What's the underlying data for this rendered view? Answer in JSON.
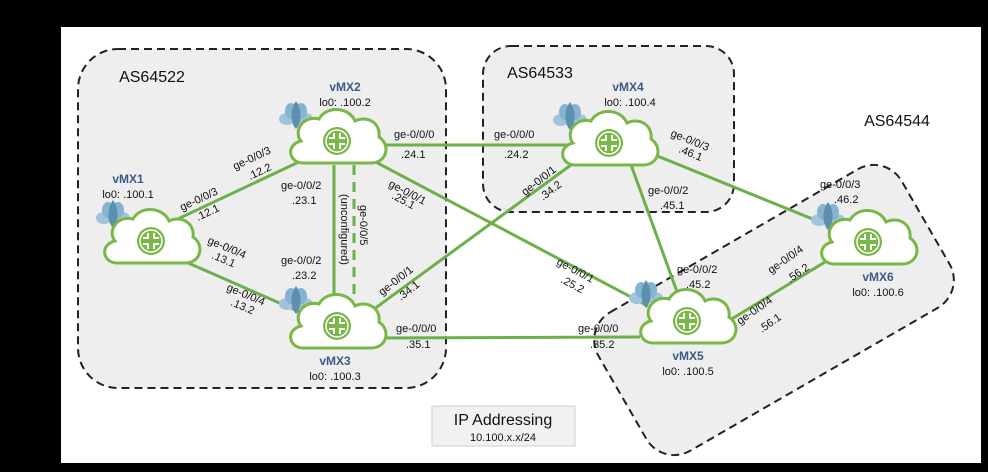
{
  "colors": {
    "background": "#000000",
    "canvas": "#ffffff",
    "link": "#6cb04a",
    "router_outline": "#7ab648",
    "as_fill": "#eeeeee",
    "router_name": "#3d5a86"
  },
  "as_labels": {
    "as1": "AS64522",
    "as2": "AS64533",
    "as3": "AS64544"
  },
  "routers": {
    "vmx1": {
      "name": "vMX1",
      "lo": "lo0: .100.1"
    },
    "vmx2": {
      "name": "vMX2",
      "lo": "lo0: .100.2"
    },
    "vmx3": {
      "name": "vMX3",
      "lo": "lo0: .100.3"
    },
    "vmx4": {
      "name": "vMX4",
      "lo": "lo0: .100.4"
    },
    "vmx5": {
      "name": "vMX5",
      "lo": "lo0: .100.5"
    },
    "vmx6": {
      "name": "vMX6",
      "lo": "lo0: .100.6"
    }
  },
  "links": {
    "l12": {
      "a_if": "ge-0/0/3",
      "a_ip": ".12.1",
      "b_if": "ge-0/0/3",
      "b_ip": ".12.2"
    },
    "l13": {
      "a_if": "ge-0/0/4",
      "a_ip": ".13.1",
      "b_if": "ge-0/0/4",
      "b_ip": ".13.2"
    },
    "l23": {
      "a_if": "ge-0/0/2",
      "a_ip": ".23.1",
      "b_if": "ge-0/0/2",
      "b_ip": ".23.2"
    },
    "l23b": {
      "a_if": "ge-0/0/5",
      "note": "(unconfigured)"
    },
    "l24": {
      "a_if": "ge-0/0/0",
      "a_ip": ".24.1",
      "b_if": "ge-0/0/0",
      "b_ip": ".24.2"
    },
    "l25": {
      "a_if": "ge-0/0/1",
      "a_ip": ".25.1",
      "b_if": "ge-0/0/1",
      "b_ip": ".25.2"
    },
    "l34": {
      "a_if": "ge-0/0/1",
      "a_ip": ".34.1",
      "b_if": "ge-0/0/1",
      "b_ip": ".34.2"
    },
    "l35": {
      "a_if": "ge-0/0/0",
      "a_ip": ".35.1",
      "b_if": "ge-0/0/0",
      "b_ip": ".35.2"
    },
    "l45": {
      "a_if": "ge-0/0/2",
      "a_ip": ".45.1",
      "b_if": "ge-0/0/2",
      "b_ip": ".45.2"
    },
    "l46": {
      "a_if": "ge-0/0/3",
      "a_ip": ".46.1",
      "b_if": "ge-0/0/3",
      "b_ip": ".46.2"
    },
    "l56": {
      "a_if": "ge-0/0/4",
      "a_ip": ".56.1",
      "b_if": "ge-0/0/4",
      "b_ip": ".56.2"
    }
  },
  "legend": {
    "title": "IP Addressing",
    "subnet": "10.100.x.x/24"
  }
}
